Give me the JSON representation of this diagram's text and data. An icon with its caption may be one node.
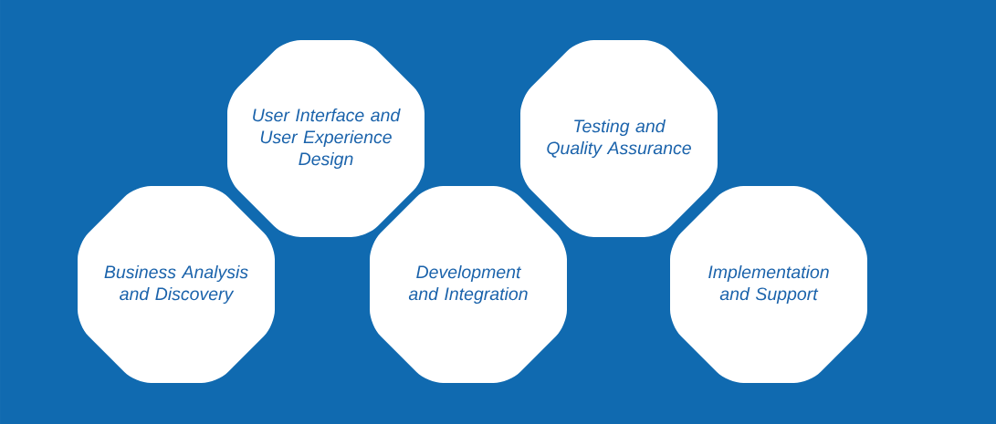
{
  "diagram": {
    "nodes": [
      {
        "text": [
          "Business Analysis and Discovery"
        ]
      },
      {
        "text": [
          "User Interface and User Experience Design"
        ]
      },
      {
        "text": [
          "Development and Integration"
        ]
      },
      {
        "text": [
          "Testing and Quality Assurance"
        ]
      },
      {
        "text": [
          "Implementation and Support"
        ]
      }
    ]
  }
}
